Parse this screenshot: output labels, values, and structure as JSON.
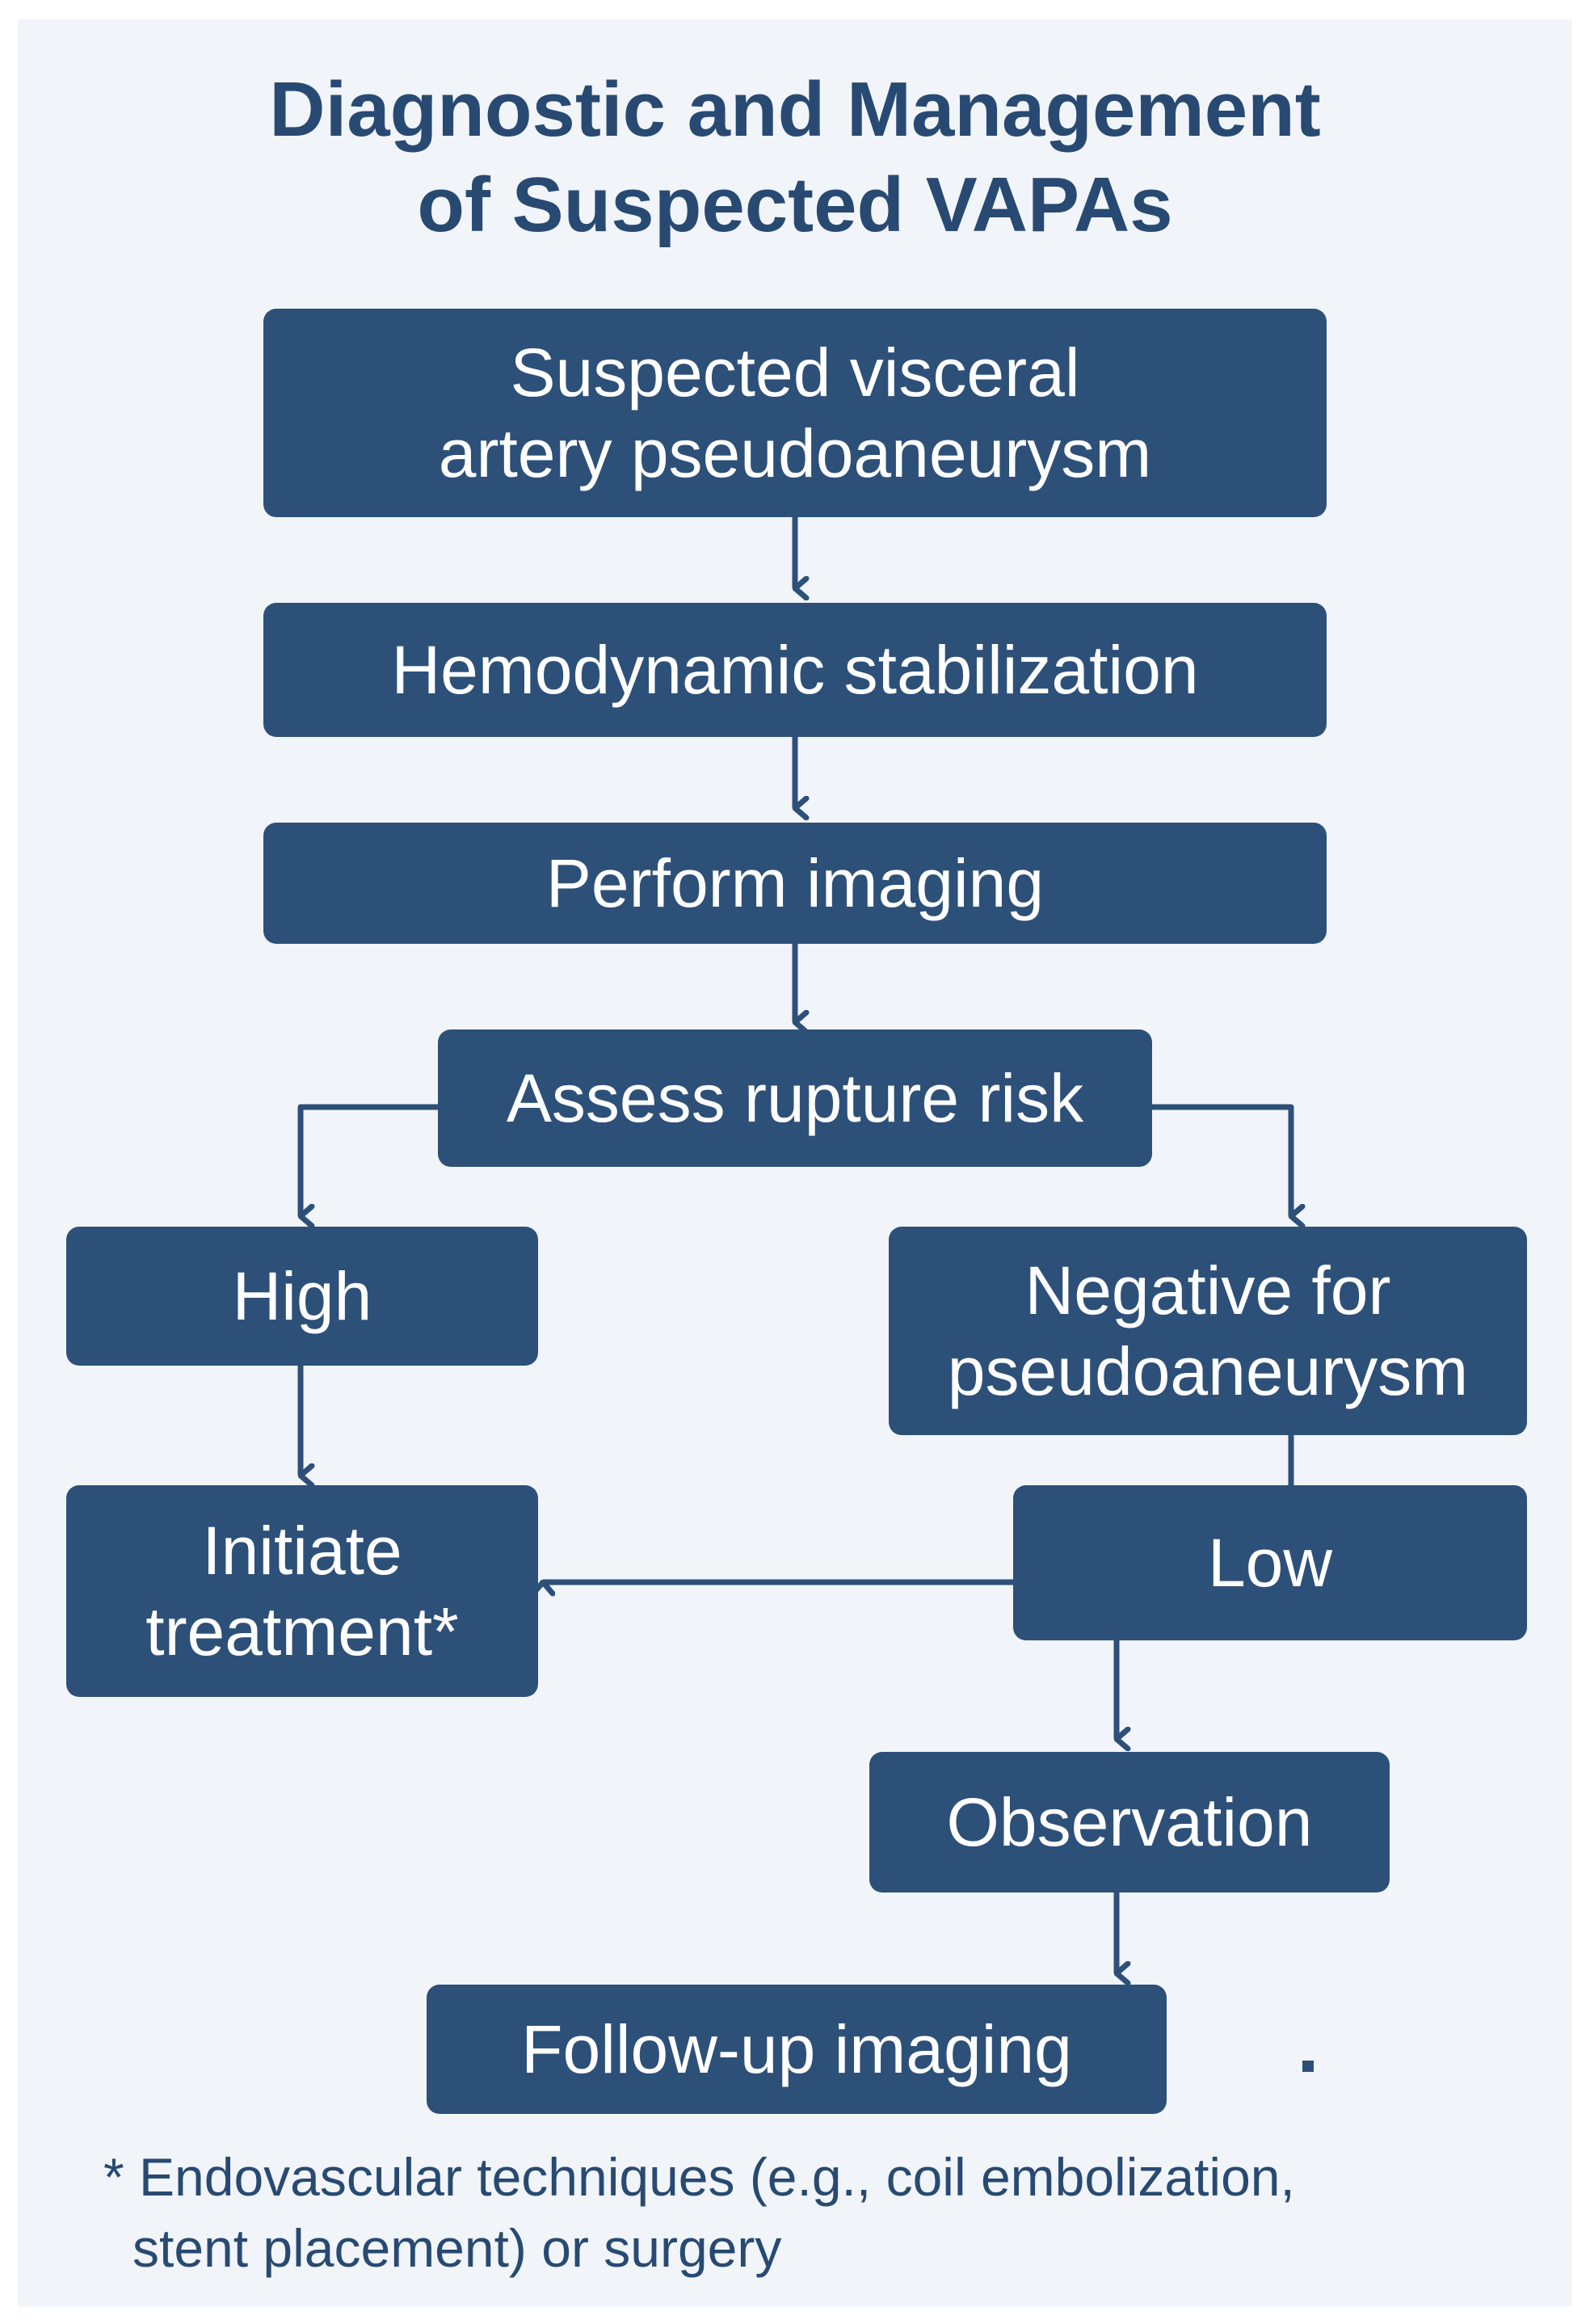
{
  "diagram": {
    "title_line1": "Diagnostic and Management",
    "title_line2": "of Suspected VAPAs",
    "nodes": {
      "suspected": {
        "line1": "Suspected visceral",
        "line2": "artery pseudoaneurysm"
      },
      "stabilization": {
        "label": "Hemodynamic stabilization"
      },
      "imaging": {
        "label": "Perform imaging"
      },
      "assess": {
        "label": "Assess rupture risk"
      },
      "high": {
        "label": "High"
      },
      "negative": {
        "line1": "Negative for",
        "line2": "pseudoaneurysm"
      },
      "treatment": {
        "line1": "Initiate",
        "line2": "treatment*"
      },
      "low": {
        "label": "Low"
      },
      "observation": {
        "label": "Observation"
      },
      "followup": {
        "label": "Follow-up imaging"
      }
    },
    "stray_mark": ".",
    "footnote_line1": "* Endovascular techniques (e.g., coil embolization,",
    "footnote_line2": "stent placement) or surgery"
  },
  "colors": {
    "box_fill": "#2d5079",
    "title_text": "#284a72",
    "connector": "#2d5079",
    "background": "#f1f4f9"
  }
}
